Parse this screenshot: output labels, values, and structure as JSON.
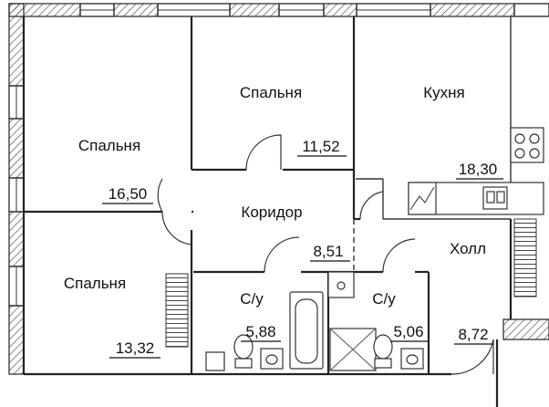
{
  "rooms": {
    "bedroom_top_left": {
      "name": "Спальня",
      "area": "16,50"
    },
    "bedroom_top_center": {
      "name": "Спальня",
      "area": "11,52"
    },
    "kitchen": {
      "name": "Кухня",
      "area": "18,30"
    },
    "corridor": {
      "name": "Коридор",
      "area": "8,51"
    },
    "hall": {
      "name": "Холл",
      "area": "8,72"
    },
    "bedroom_bottom_left": {
      "name": "Спальня",
      "area": "13,32"
    },
    "bathroom_left": {
      "name": "С/у",
      "area": "5,88"
    },
    "bathroom_right": {
      "name": "С/у",
      "area": "5,06"
    }
  }
}
